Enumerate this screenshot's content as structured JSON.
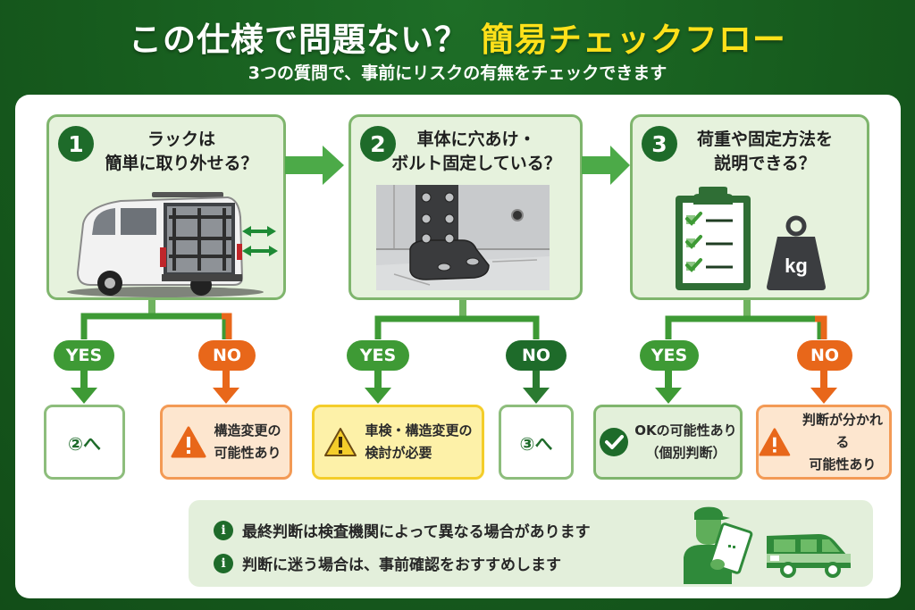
{
  "header": {
    "title_main": "この仕様で問題ない？",
    "title_highlight": "簡易チェックフロー",
    "subtitle": "3つの質問で、事前にリスクの有無をチェックできます"
  },
  "colors": {
    "background": "#17601f",
    "accent_yellow": "#ffe11a",
    "yes_green": "#3e9a35",
    "no_orange": "#e8671a",
    "dark_green": "#1e6b2a",
    "warning_yellow": "#f4cd2a"
  },
  "questions": [
    {
      "number": "1",
      "text_line1": "ラックは",
      "text_line2": "簡単に取り外せる？",
      "illustration": "van-with-rack",
      "yes_label": "YES",
      "no_label": "NO",
      "yes_result": {
        "type": "goto",
        "text": "②へ"
      },
      "no_result": {
        "type": "warning-orange",
        "icon": "warning-icon",
        "line1": "構造変更の",
        "line2": "可能性あり"
      }
    },
    {
      "number": "2",
      "text_line1": "車体に穴あけ・",
      "text_line2": "ボルト固定している？",
      "illustration": "bolted-bracket",
      "yes_label": "YES",
      "no_label": "NO",
      "yes_result": {
        "type": "warning-yellow",
        "icon": "warning-icon",
        "line1": "車検・構造変更の",
        "line2": "検討が必要"
      },
      "no_result": {
        "type": "goto",
        "text": "③へ"
      }
    },
    {
      "number": "3",
      "text_line1": "荷重や固定方法を",
      "text_line2": "説明できる？",
      "illustration": "checklist-and-weight",
      "weight_label": "kg",
      "yes_label": "YES",
      "no_label": "NO",
      "yes_result": {
        "type": "ok-green",
        "icon": "check-circle-icon",
        "line1": "OKの可能性あり",
        "line2": "（個別判断）"
      },
      "no_result": {
        "type": "warning-orange",
        "icon": "warning-icon",
        "line1": "判断が分かれる",
        "line2": "可能性あり"
      }
    }
  ],
  "notes": [
    {
      "icon": "info-icon",
      "text": "最終判断は検査機関によって異なる場合があります"
    },
    {
      "icon": "info-icon",
      "text": "判断に迷う場合は、事前確認をおすすめします"
    }
  ],
  "info_glyph": "i"
}
